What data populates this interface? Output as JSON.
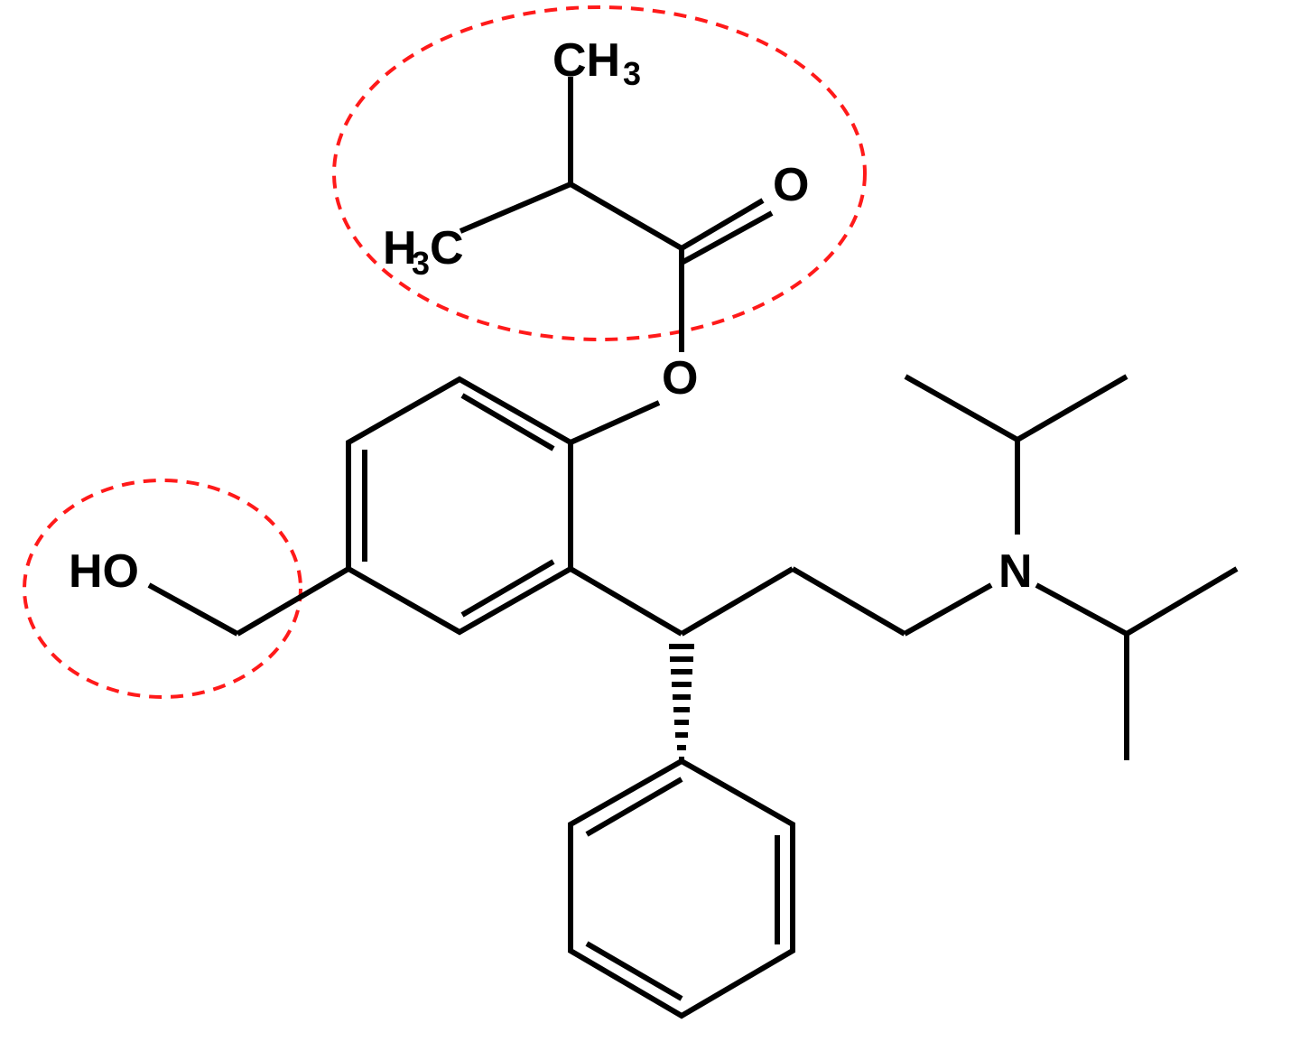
{
  "diagram": {
    "type": "chemical-structure",
    "labels": {
      "ch3_top": {
        "main": "CH",
        "sub": "3"
      },
      "h3c_left": {
        "pre": "H",
        "sub": "3",
        "main": "C"
      },
      "carbonyl_o": "O",
      "ester_o": "O",
      "hydroxyl": "HO",
      "amine_n": "N"
    },
    "highlights": [
      {
        "name": "isobutyryl-ester-group",
        "shape": "ellipse",
        "style": "dashed",
        "color": "#ff1a1a"
      },
      {
        "name": "hydroxymethyl-group",
        "shape": "ellipse",
        "style": "dashed",
        "color": "#ff1a1a"
      }
    ],
    "stereo": {
      "bond": "hashed-wedge",
      "from": "chiral-carbon",
      "to": "phenyl"
    }
  }
}
